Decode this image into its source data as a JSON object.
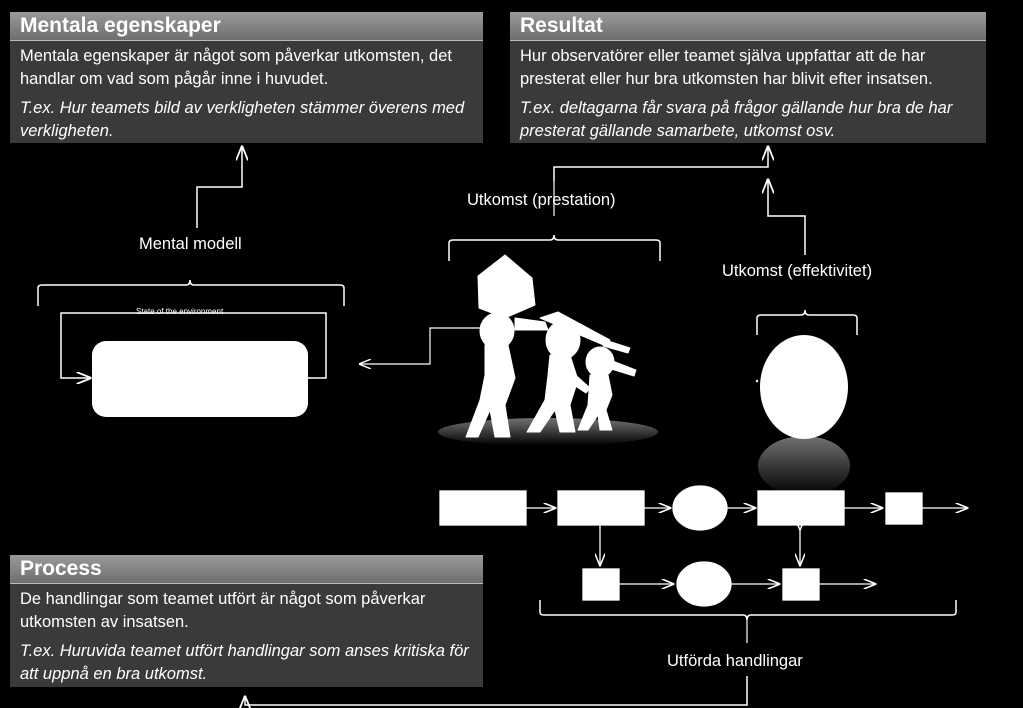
{
  "mentala": {
    "title": "Mentala egenskaper",
    "text": "Mentala egenskaper är något som påverkar utkomsten, det handlar om vad som pågår inne i huvudet.",
    "example": "T.ex. Hur teamets bild av verkligheten stämmer överens med verkligheten."
  },
  "resultat": {
    "title": "Resultat",
    "text": "Hur observatörer eller teamet själva uppfattar att de har presterat eller hur bra utkomsten har blivit efter insatsen.",
    "example": "T.ex. deltagarna får svara på frågor gällande hur bra de har presterat gällande samarbete, utkomst osv."
  },
  "process": {
    "title": "Process",
    "text": "De handlingar som teamet utfört är något som påverkar utkomsten av insatsen.",
    "example": "T.ex. Huruvida teamet utfört handlingar som anses kritiska för att uppnå en bra utkomst."
  },
  "labels": {
    "mental_modell": "Mental modell",
    "state_env": "State of the environment",
    "prestation": "Utkomst (prestation)",
    "effektivitet": "Utkomst (effektivitet)",
    "utforda": "Utförda handlingar"
  }
}
